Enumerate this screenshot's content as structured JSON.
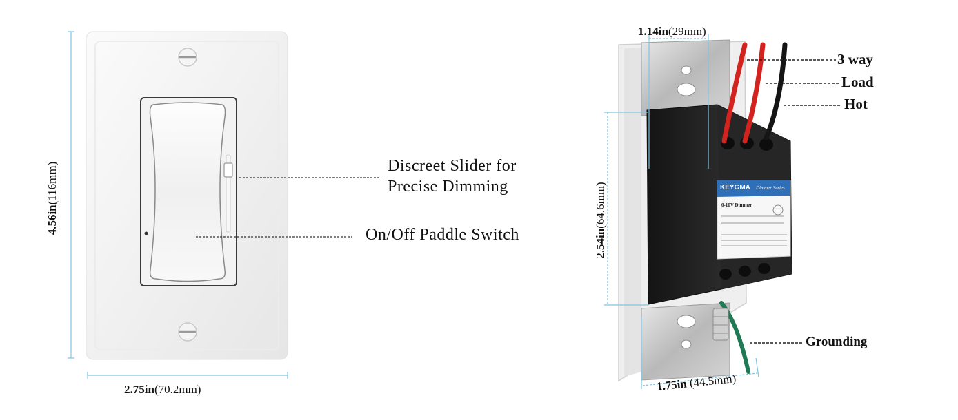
{
  "front": {
    "height_value": "4.56in",
    "height_metric": "(116mm)",
    "width_value": "2.75in",
    "width_metric": "(70.2mm)",
    "callout_slider_line1": "Discreet Slider for",
    "callout_slider_line2": "Precise Dimming",
    "callout_paddle": "On/Off Paddle Switch"
  },
  "side": {
    "depth_value": "1.14in",
    "depth_metric": "(29mm)",
    "body_height_value": "2.54in",
    "body_height_metric": "(64.6mm)",
    "bracket_value": "1.75in",
    "bracket_metric": " (44.5mm)",
    "brand": "KEYGMA",
    "series": "Dimmer Series",
    "model_title": "0-10V Dimmer",
    "wires": {
      "three_way": "3 way",
      "load": "Load",
      "hot": "Hot",
      "ground": "Grounding"
    }
  },
  "colors": {
    "dimension_line": "#7fc4e4",
    "plate": "#f2f2f2",
    "dimmer_body": "#1f1f1f",
    "wire_red": "#d3231f",
    "wire_black": "#151515",
    "wire_ground": "#1f7a55",
    "label_blue": "#2f6fb8"
  }
}
